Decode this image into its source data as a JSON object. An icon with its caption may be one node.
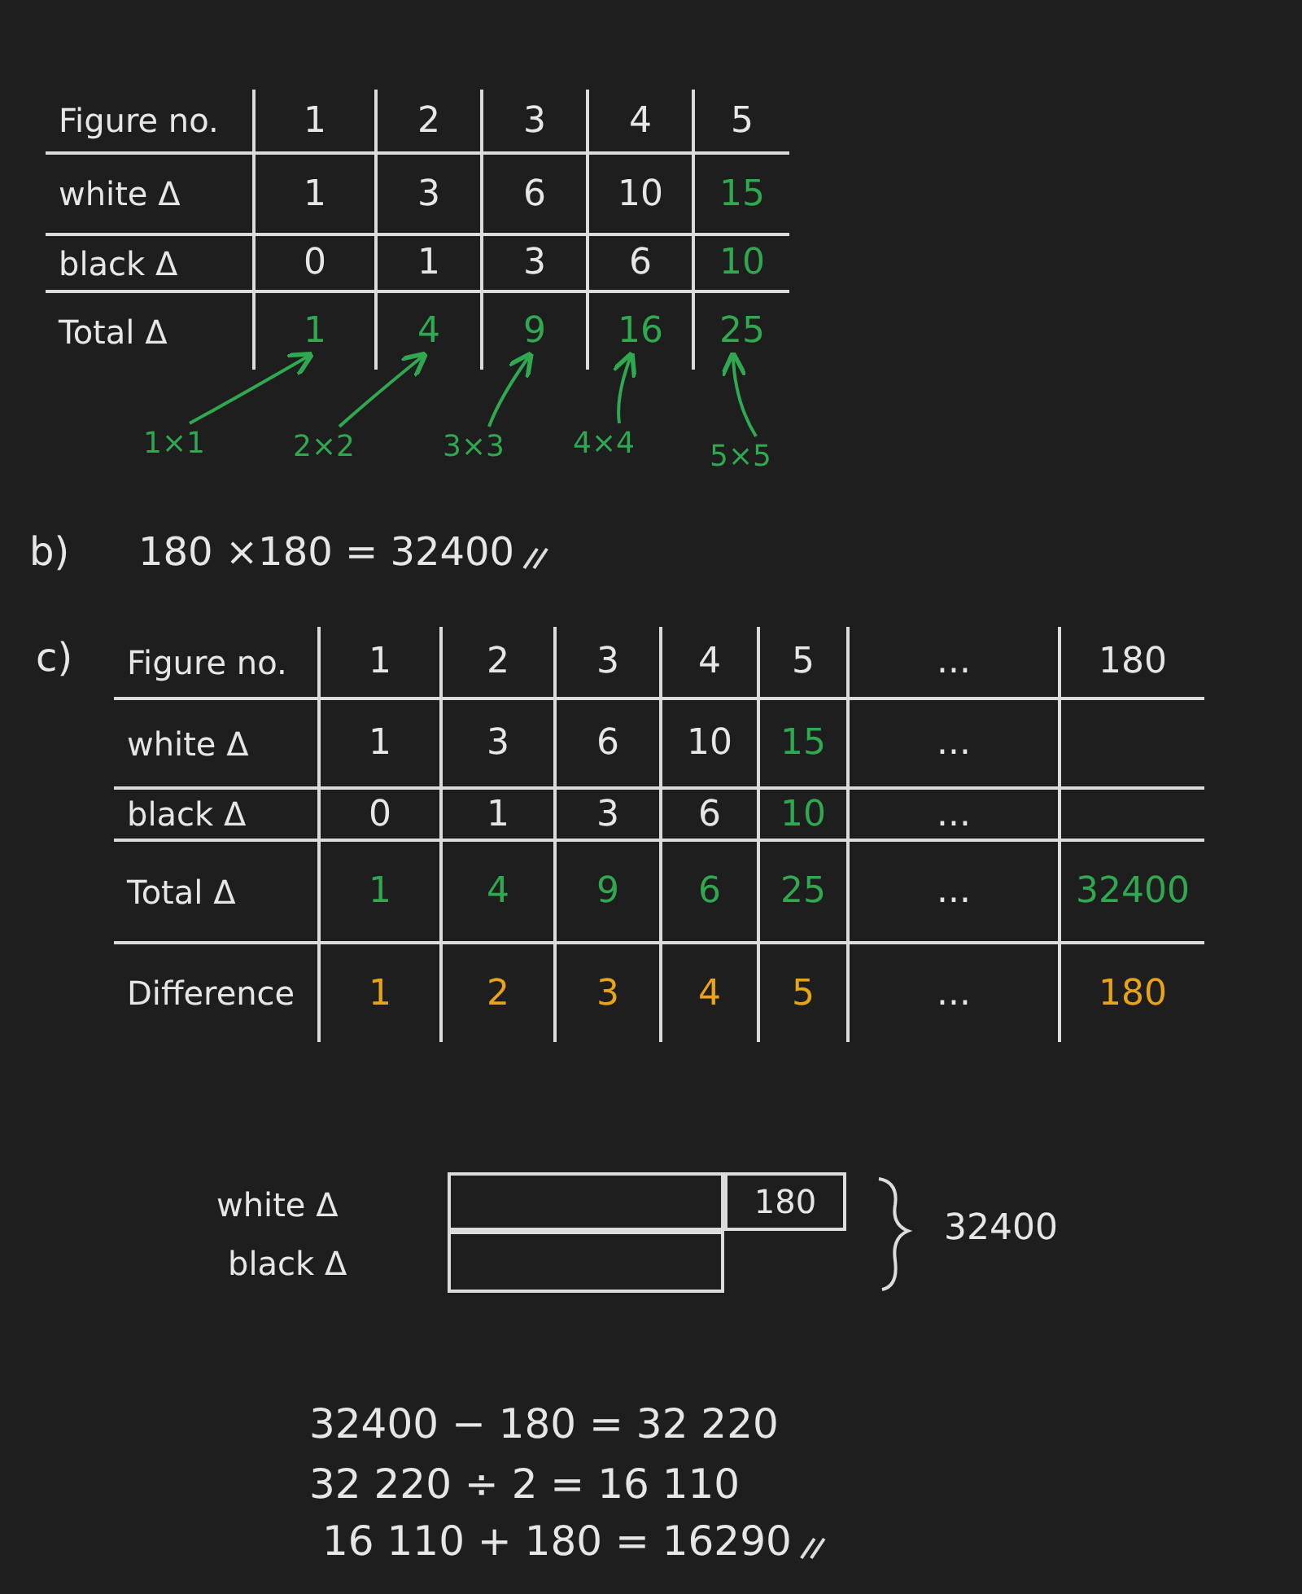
{
  "diagram": {
    "nodes": [
      {
        "text": [
          "1"
        ]
      },
      {
        "text": [
          "4"
        ]
      },
      {
        "text": [
          "9"
        ]
      },
      {
        "text": [
          "16"
        ]
      },
      {
        "text": [
          "25"
        ]
      },
      {
        "text": [
          "1×1"
        ]
      },
      {
        "text": [
          "2×2"
        ]
      },
      {
        "text": [
          "3×3"
        ]
      },
      {
        "text": [
          "4×4"
        ]
      },
      {
        "text": [
          "5×5"
        ]
      },
      {
        "text": [],
        "shape": "bar"
      },
      {
        "text": [
          "180"
        ]
      },
      {
        "text": [],
        "shape": "bar"
      }
    ],
    "edges": [
      {
        "from": 5,
        "to": 0,
        "arrow": "to"
      },
      {
        "from": 6,
        "to": 1,
        "arrow": "to"
      },
      {
        "from": 7,
        "to": 2,
        "arrow": "to"
      },
      {
        "from": 8,
        "to": 3,
        "arrow": "to"
      },
      {
        "from": 9,
        "to": 4,
        "arrow": "to"
      }
    ],
    "labels": [
      "Figure no.",
      "1",
      "2",
      "3",
      "4",
      "5",
      "white Δ",
      "1",
      "3",
      "6",
      "10",
      "15",
      "black Δ",
      "0",
      "1",
      "3",
      "6",
      "10",
      "Total Δ",
      "b)",
      "180 ×180 = 32400",
      "c)",
      "Figure no.",
      "1",
      "2",
      "3",
      "4",
      "5",
      "...",
      "180",
      "white Δ",
      "1",
      "3",
      "6",
      "10",
      "15",
      "...",
      "black Δ",
      "0",
      "1",
      "3",
      "6",
      "10",
      "...",
      "Total Δ",
      "1",
      "4",
      "9",
      "6",
      "25",
      "...",
      "32400",
      "Difference",
      "1",
      "2",
      "3",
      "4",
      "5",
      "...",
      "180",
      "white Δ",
      "black Δ",
      "32400",
      "32400 − 180 = 32 220",
      "32 220 ÷ 2 = 16 110",
      "16 110 + 180 = 16290"
    ]
  }
}
